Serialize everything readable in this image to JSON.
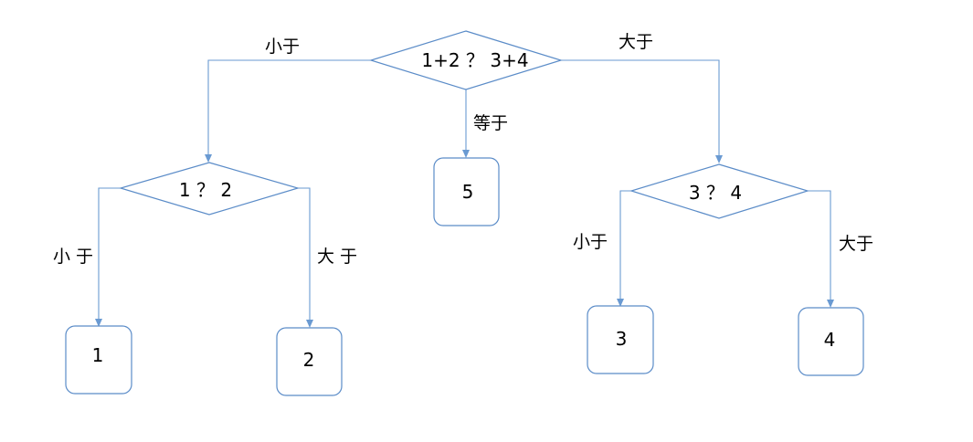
{
  "nodes": {
    "root": {
      "label": "1+2 ？ 3+4"
    },
    "left_decision": {
      "label": "1 ？ 2"
    },
    "right_decision": {
      "label": "3 ？ 4"
    },
    "result_1": {
      "label": "1"
    },
    "result_2": {
      "label": "2"
    },
    "result_3": {
      "label": "3"
    },
    "result_4": {
      "label": "4"
    },
    "result_5": {
      "label": "5"
    }
  },
  "edges": {
    "root_less": {
      "label": "小于"
    },
    "root_equal": {
      "label": "等于"
    },
    "root_greater": {
      "label": "大于"
    },
    "left_less": {
      "label": "小 于"
    },
    "left_greater": {
      "label": "大 于"
    },
    "right_less": {
      "label": "小于"
    },
    "right_greater": {
      "label": "大于"
    }
  }
}
